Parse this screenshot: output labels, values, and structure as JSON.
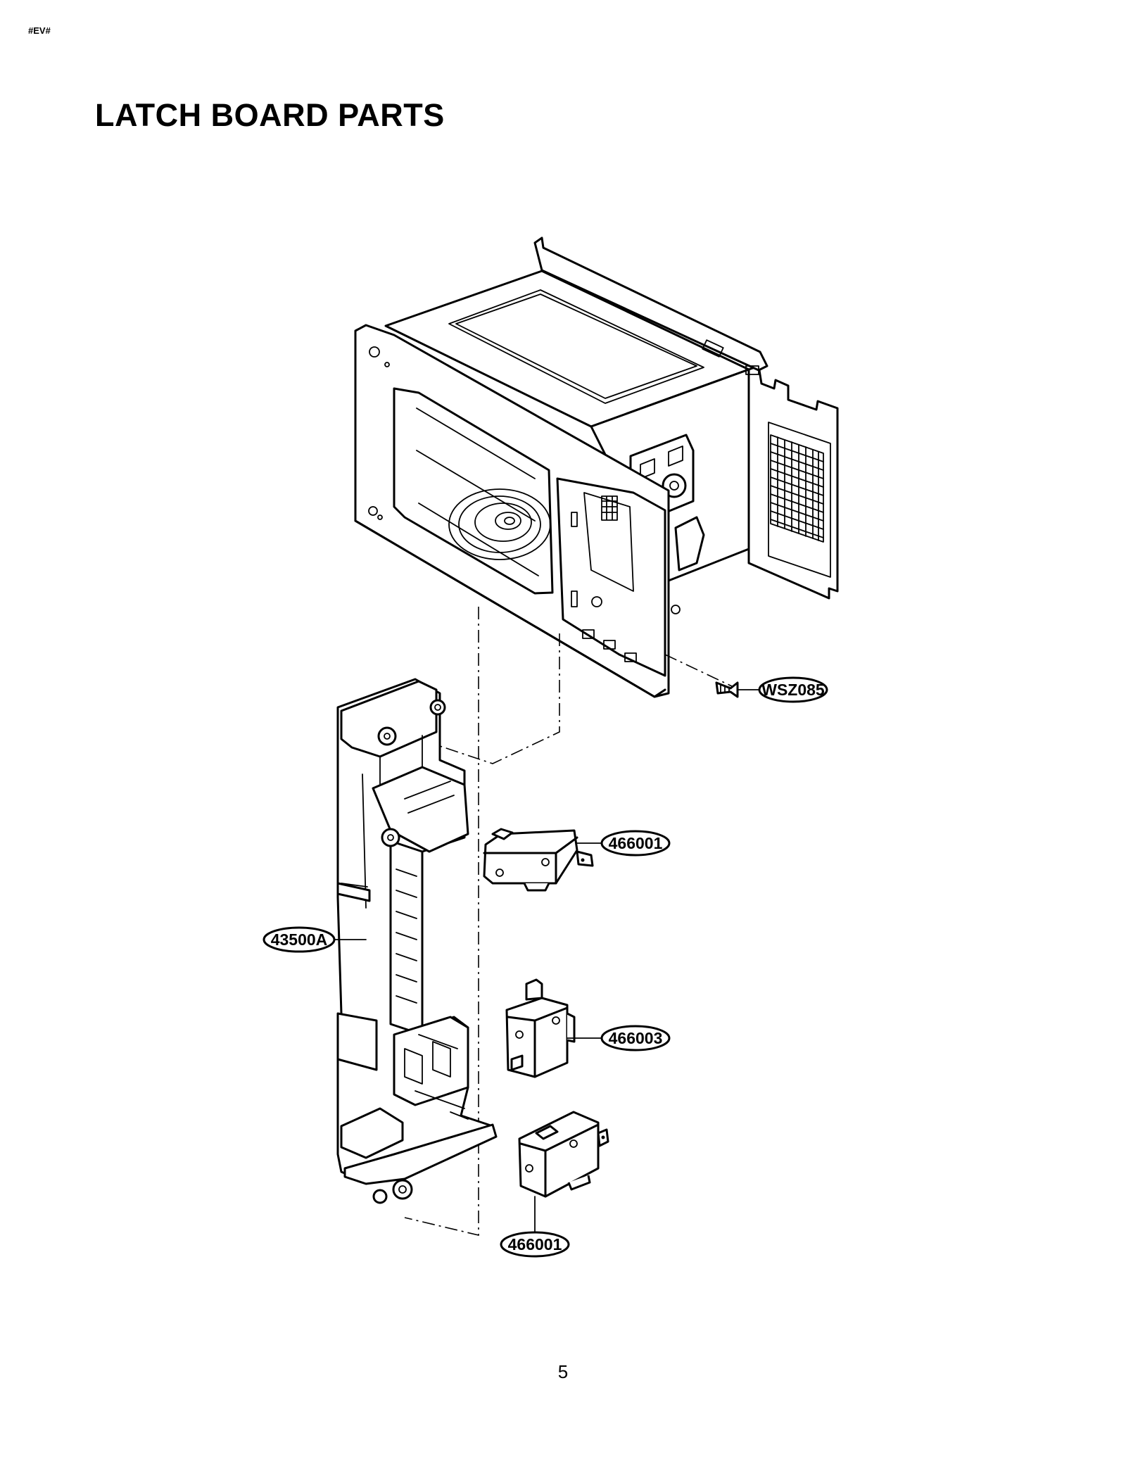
{
  "header": {
    "doc_code": "#EV#"
  },
  "page": {
    "title": "LATCH BOARD PARTS",
    "number": "5"
  },
  "callouts": [
    {
      "id": "screw",
      "part_no": "WSZ085"
    },
    {
      "id": "switch-top",
      "part_no": "466001"
    },
    {
      "id": "latch-board",
      "part_no": "43500A"
    },
    {
      "id": "switch-middle",
      "part_no": "466003"
    },
    {
      "id": "switch-bottom",
      "part_no": "466001"
    }
  ]
}
